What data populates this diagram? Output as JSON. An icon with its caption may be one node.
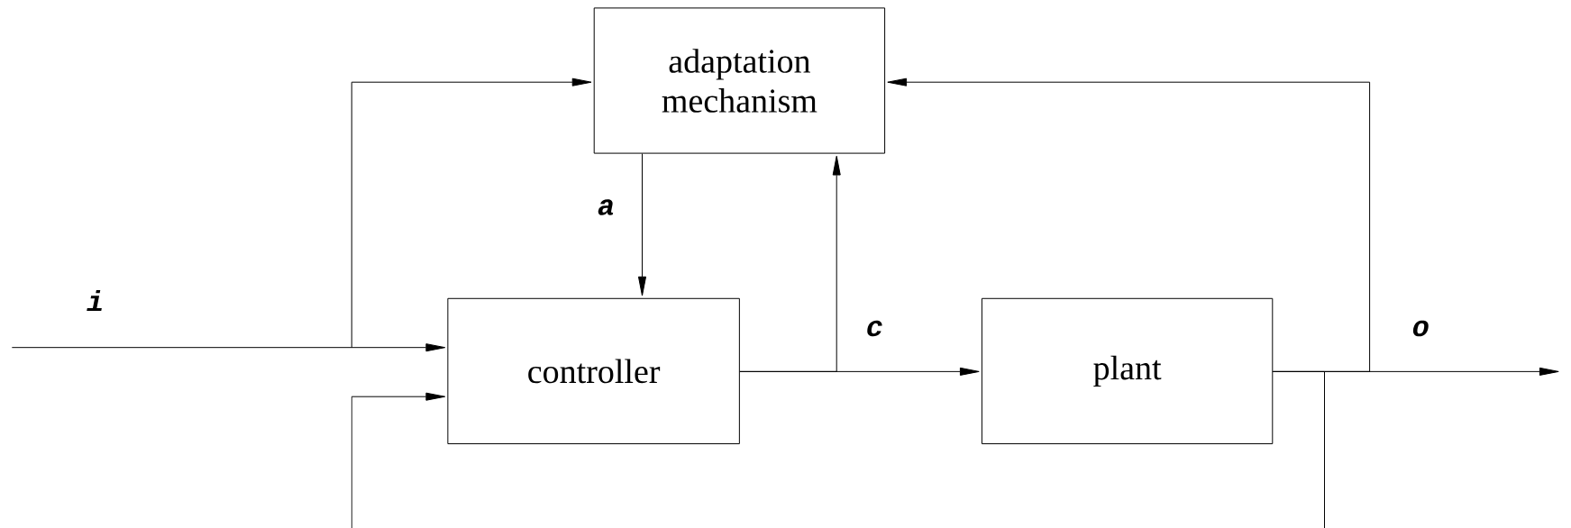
{
  "diagram": {
    "nodes": [
      {
        "text": [
          "adaptation mechanism"
        ]
      },
      {
        "text": [
          "controller"
        ]
      },
      {
        "text": [
          "plant"
        ]
      }
    ],
    "edges": [
      {
        "from": null,
        "to": 1,
        "arrow": "to",
        "label": "i"
      },
      {
        "from": null,
        "to": 0,
        "arrow": "to"
      },
      {
        "from": 0,
        "to": 1,
        "arrow": "to",
        "label": "a"
      },
      {
        "from": 1,
        "to": 2,
        "arrow": "to",
        "label": "c"
      },
      {
        "from": 1,
        "to": 0,
        "arrow": "to"
      },
      {
        "from": 2,
        "to": null,
        "arrow": "to",
        "label": "o"
      },
      {
        "from": 2,
        "to": 0,
        "arrow": "to"
      },
      {
        "from": 2,
        "to": 1,
        "arrow": "to"
      }
    ]
  }
}
